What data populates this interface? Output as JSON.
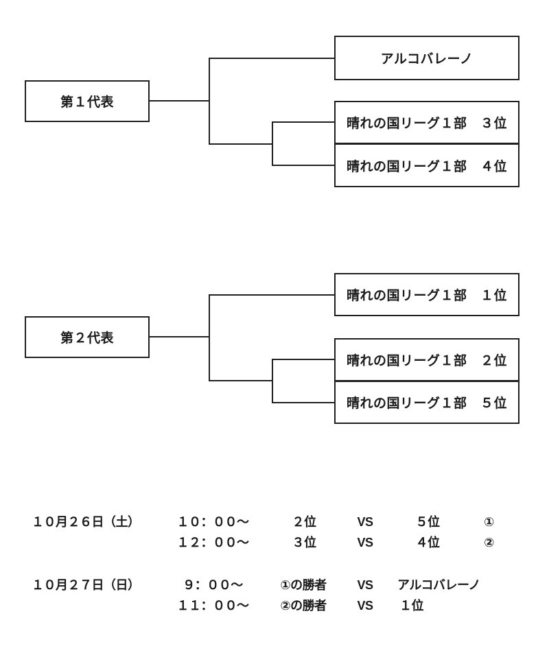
{
  "page": {
    "background_color": "#ffffff",
    "line_color": "#1f1f1f",
    "text_color": "#1a1a1a"
  },
  "bracket1": {
    "seed_label": "第１代表",
    "teams": {
      "bye_team": "アルコバレーノ",
      "semi_team_top": "晴れの国リーグ１部　３位",
      "semi_team_bottom": "晴れの国リーグ１部　４位"
    }
  },
  "bracket2": {
    "seed_label": "第２代表",
    "teams": {
      "bye_team": "晴れの国リーグ１部　１位",
      "semi_team_top": "晴れの国リーグ１部　２位",
      "semi_team_bottom": "晴れの国リーグ１部　５位"
    }
  },
  "schedule": {
    "rows": [
      {
        "date": "１０月２６日（土）",
        "time": "１０：００～",
        "team1": "２位",
        "vs": "VS",
        "team2": "５位",
        "match_no": "①"
      },
      {
        "date": "",
        "time": "１２：００～",
        "team1": "３位",
        "vs": "VS",
        "team2": "４位",
        "match_no": "②"
      },
      {
        "date": "１０月２７日（日）",
        "time": "９：００～",
        "team1": "①の勝者",
        "vs": "VS",
        "team2": "アルコバレーノ",
        "match_no": ""
      },
      {
        "date": "",
        "time": "１１：００～",
        "team1": "②の勝者",
        "vs": "VS",
        "team2": "１位",
        "match_no": ""
      }
    ]
  }
}
